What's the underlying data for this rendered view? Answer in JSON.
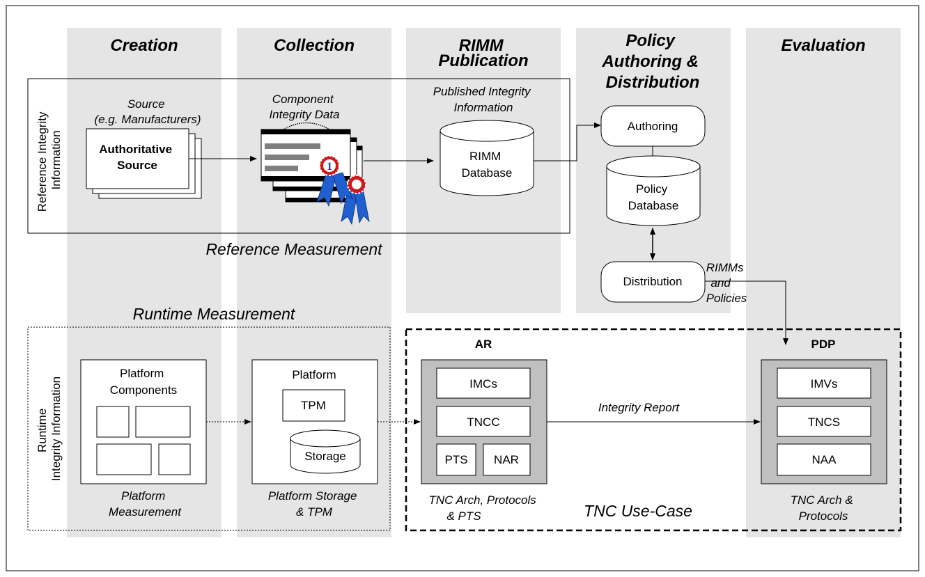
{
  "columns": {
    "creation": "Creation",
    "collection": "Collection",
    "rimm_publication": [
      "RIMM",
      "Publication"
    ],
    "policy": [
      "Policy",
      "Authoring &",
      "Distribution"
    ],
    "evaluation": "Evaluation"
  },
  "reference": {
    "side_label": [
      "Reference Integrity",
      "Information"
    ],
    "section_title": "Reference Measurement",
    "source_caption": [
      "Source",
      "(e.g. Manufacturers)"
    ],
    "authoritative_source": [
      "Authoritative",
      "Source"
    ],
    "component_caption": [
      "Component",
      "Integrity Data"
    ],
    "badge_number": "1",
    "published_caption": [
      "Published Integrity",
      "Information"
    ],
    "rimm_database": [
      "RIMM",
      "Database"
    ]
  },
  "policy": {
    "authoring": "Authoring",
    "policy_database": [
      "Policy",
      "Database"
    ],
    "distribution": "Distribution",
    "rimms_policies": [
      "RIMMs",
      "and",
      "Policies"
    ]
  },
  "runtime": {
    "section_title": "Runtime Measurement",
    "side_label": [
      "Runtime",
      "Integrity Information"
    ],
    "platform_components": [
      "Platform",
      "Components"
    ],
    "platform_measurement": [
      "Platform",
      "Measurement"
    ],
    "platform": "Platform",
    "tpm": "TPM",
    "storage": "Storage",
    "platform_storage_caption": [
      "Platform Storage",
      "& TPM"
    ]
  },
  "tnc": {
    "ar_title": "AR",
    "imcs": "IMCs",
    "tncc": "TNCC",
    "pts": "PTS",
    "nar": "NAR",
    "ar_caption": [
      "TNC Arch, Protocols",
      "& PTS"
    ],
    "integrity_report": "Integrity Report",
    "use_case": "TNC Use-Case",
    "pdp_title": "PDP",
    "imvs": "IMVs",
    "tncs": "TNCS",
    "naa": "NAA",
    "pdp_caption": [
      "TNC Arch &",
      "Protocols"
    ]
  },
  "colors": {
    "column_band": "#e5e5e5",
    "gray_box": "#c0c0c0",
    "bar": "#7f7f7f",
    "ribbon": "#1f5fd0",
    "seal": "#d01818"
  }
}
